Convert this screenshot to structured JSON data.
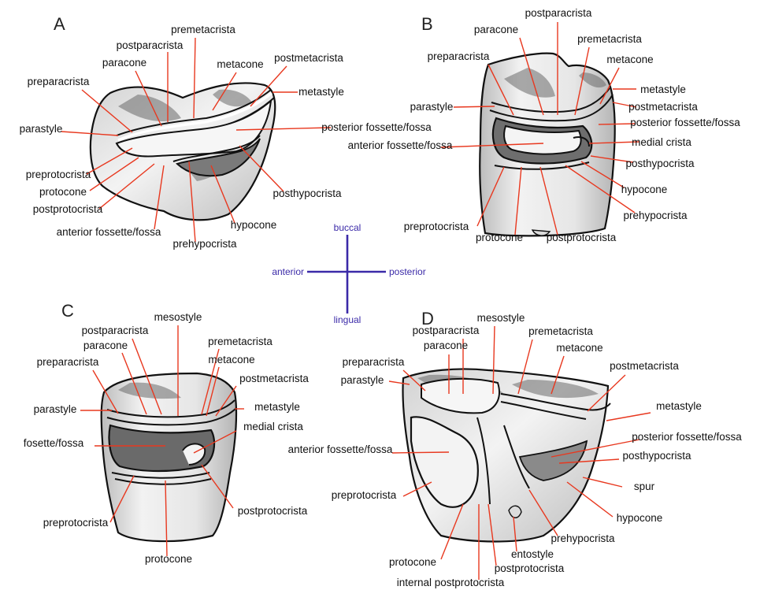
{
  "colors": {
    "leader": "#e8381f",
    "compass": "#3b2aa8",
    "text": "#111111",
    "tooth_fill": "#e9e9e9",
    "fossa_fill": "#8a8a8a"
  },
  "compass": {
    "buccal": "buccal",
    "lingual": "lingual",
    "anterior": "anterior",
    "posterior": "posterior"
  },
  "panels": {
    "A": {
      "letter": "A",
      "labels": [
        "premetacrista",
        "postparacrista",
        "metacone",
        "postmetacrista",
        "paracone",
        "preparacrista",
        "metastyle",
        "parastyle",
        "posterior fossette/fossa",
        "preprotocrista",
        "protocone",
        "postprotocrista",
        "posthypocrista",
        "anterior fossette/fossa",
        "hypocone",
        "prehypocrista"
      ]
    },
    "B": {
      "letter": "B",
      "labels": [
        "postparacrista",
        "paracone",
        "premetacrista",
        "preparacrista",
        "metacone",
        "metastyle",
        "parastyle",
        "postmetacrista",
        "posterior fossette/fossa",
        "anterior fossette/fossa",
        "medial crista",
        "posthypocrista",
        "hypocone",
        "prehypocrista",
        "preprotocrista",
        "protocone",
        "postprotocrista"
      ]
    },
    "C": {
      "letter": "C",
      "labels": [
        "mesostyle",
        "postparacrista",
        "paracone",
        "premetacrista",
        "metacone",
        "preparacrista",
        "postmetacrista",
        "parastyle",
        "metastyle",
        "medial crista",
        "fosette/fossa",
        "postprotocrista",
        "preprotocrista",
        "protocone"
      ]
    },
    "D": {
      "letter": "D",
      "labels": [
        "mesostyle",
        "postparacrista",
        "premetacrista",
        "paracone",
        "metacone",
        "preparacrista",
        "postmetacrista",
        "parastyle",
        "metastyle",
        "posterior fossette/fossa",
        "anterior fossette/fossa",
        "posthypocrista",
        "spur",
        "preprotocrista",
        "hypocone",
        "prehypocrista",
        "entostyle",
        "protocone",
        "postprotocrista",
        "internal postprotocrista"
      ]
    }
  }
}
